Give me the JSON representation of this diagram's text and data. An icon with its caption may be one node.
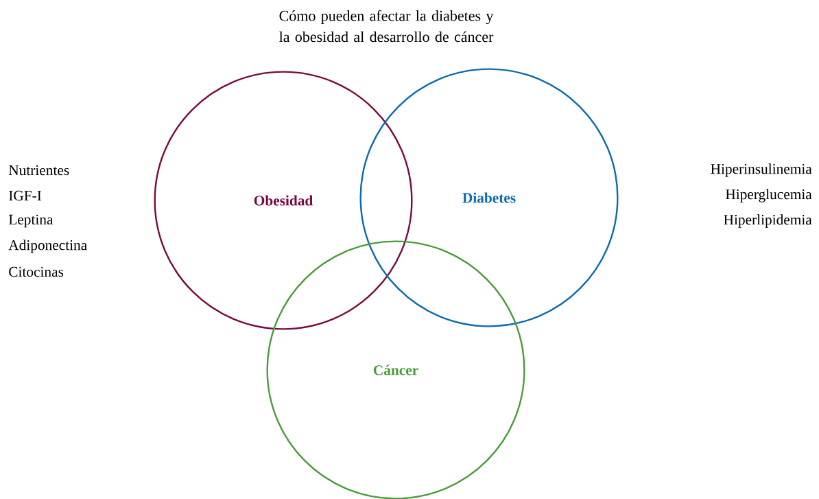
{
  "diagram": {
    "title": "Cómo pueden afectar la diabetes y la obesidad al desarrollo de cáncer",
    "nodes": [
      {
        "text": [
          "Obesidad"
        ]
      },
      {
        "text": [
          "Diabetes"
        ]
      },
      {
        "text": [
          "Cáncer"
        ]
      }
    ],
    "labels": [
      "Nutrientes",
      "IGF-I",
      "Leptina",
      "Adiponectina",
      "Citocinas",
      "Hiperinsulinemia",
      "Hiperglucemia",
      "Hiperlipidemia"
    ]
  }
}
